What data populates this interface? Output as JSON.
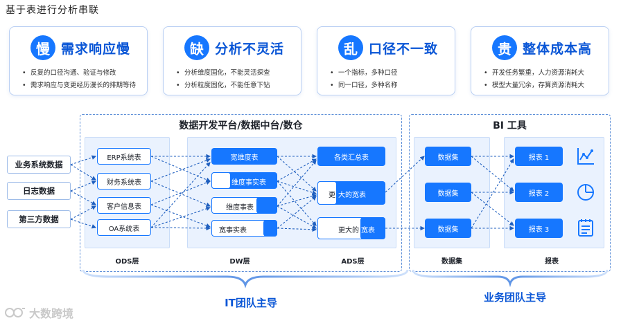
{
  "title": "基于表进行分析串联",
  "cards": [
    {
      "badge": "慢",
      "title": "需求响应慢",
      "bullets": [
        "反复的口径沟通、验证与修改",
        "需求响应与变更经历漫长的排期等待"
      ]
    },
    {
      "badge": "缺",
      "title": "分析不灵活",
      "bullets": [
        "分析维度固化，不能灵活探查",
        "分析粒度固化，不能任意下钻"
      ]
    },
    {
      "badge": "乱",
      "title": "口径不一致",
      "bullets": [
        "一个指标，多种口径",
        "同一口径，多种名称"
      ]
    },
    {
      "badge": "贵",
      "title": "整体成本高",
      "bullets": [
        "开发任务繁重，人力资源消耗大",
        "模型大量冗余，存算资源消耗大"
      ]
    }
  ],
  "platform": {
    "title": "数据开发平台/数据中台/数仓"
  },
  "bi": {
    "title": "BI 工具"
  },
  "sources": [
    "业务系统数据",
    "日志数据",
    "第三方数据"
  ],
  "ods": {
    "label": "ODS层",
    "nodes": [
      "ERP系统表",
      "财务系统表",
      "客户信息表",
      "OA系统表"
    ]
  },
  "dw": {
    "label": "DW层",
    "n1": "宽维度表",
    "n2": "维度事实表",
    "n3": "维度事表",
    "n4": "宽事实表"
  },
  "ads": {
    "label": "ADS层",
    "n1": "各类汇总表",
    "n2a": "更",
    "n2b": "大的宽表",
    "n3a": "更大的",
    "n3b": "宽表"
  },
  "datasets": {
    "label": "数据集",
    "nodes": [
      "数据集",
      "数据集",
      "数据集"
    ]
  },
  "reports": {
    "label": "报表",
    "nodes": [
      "报表 1",
      "报表 2",
      "报表 3"
    ]
  },
  "icons": [
    "line-chart-icon",
    "pie-chart-icon",
    "report-doc-icon"
  ],
  "braces": {
    "it": "IT团队主导",
    "biz": "业务团队主导"
  },
  "logo": "大数跨境",
  "colors": {
    "accent": "#1677ff",
    "accent_dark": "#0a56d6",
    "layer_bg": "#eaf2fe",
    "dash": "#5d8fd8"
  }
}
